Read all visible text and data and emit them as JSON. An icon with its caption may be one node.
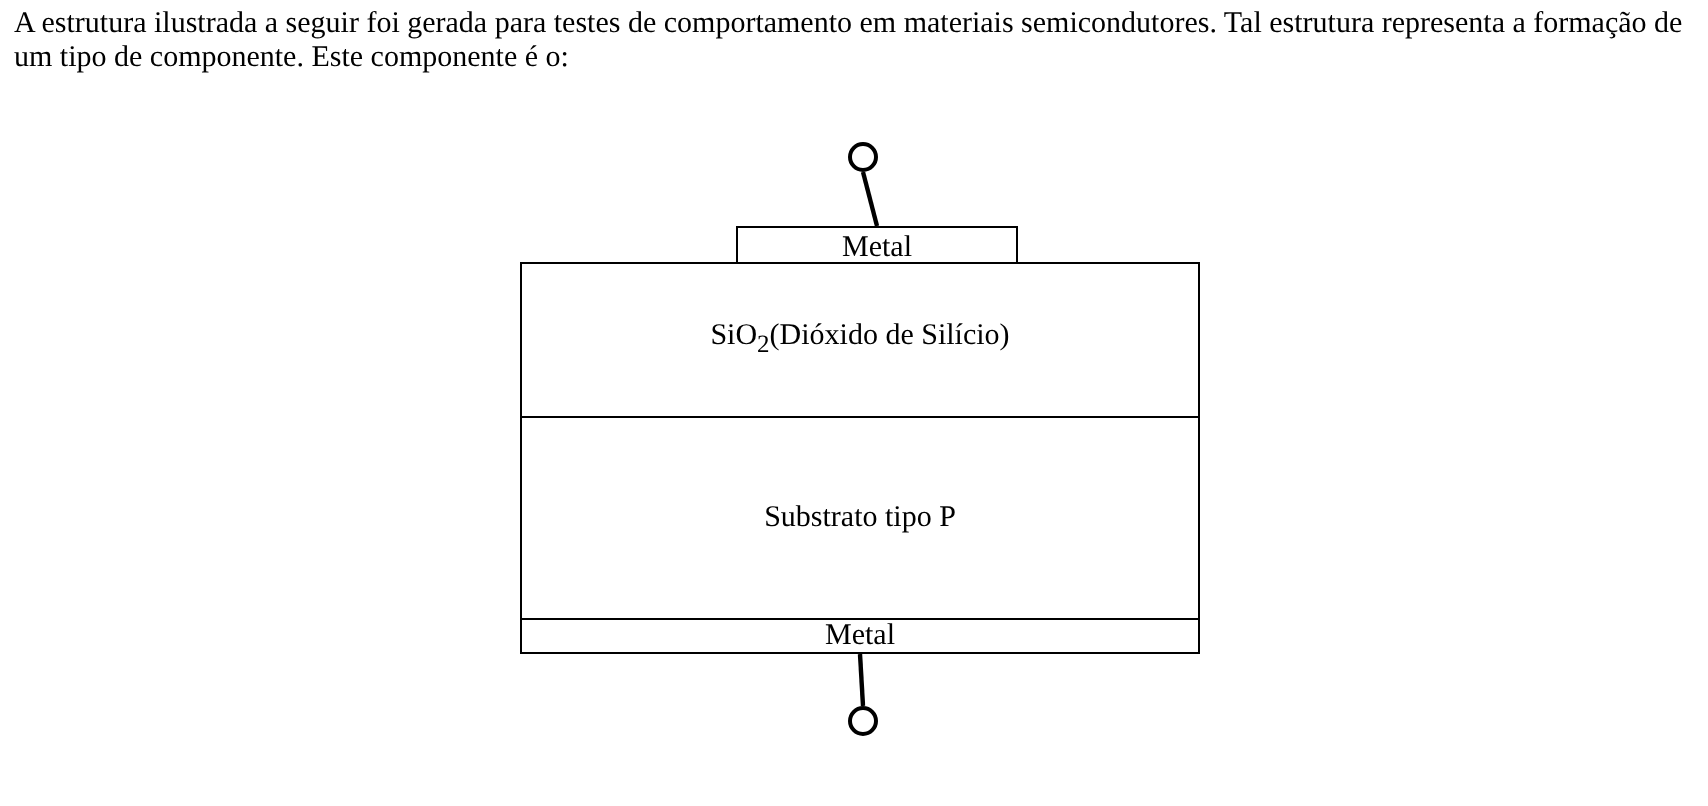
{
  "diagram": {
    "title": "A estrutura ilustrada a seguir foi gerada para testes de comportamento em materiais semicondutores. Tal estrutura representa a formação de um tipo de componente. Este componente é o:",
    "nodes": [
      {
        "text": [],
        "shape": "circle"
      },
      {
        "text": [
          "Metal"
        ]
      },
      {
        "text": [
          "SiO$_{2}$(Dióxido de Silício)"
        ]
      },
      {
        "text": [
          "Substrato tipo P"
        ]
      },
      {
        "text": [
          "Metal"
        ]
      },
      {
        "text": [],
        "shape": "circle"
      }
    ],
    "edges": [
      {
        "from": 0,
        "to": 1,
        "arrow": "none"
      },
      {
        "from": 4,
        "to": 5,
        "arrow": "none"
      }
    ]
  }
}
